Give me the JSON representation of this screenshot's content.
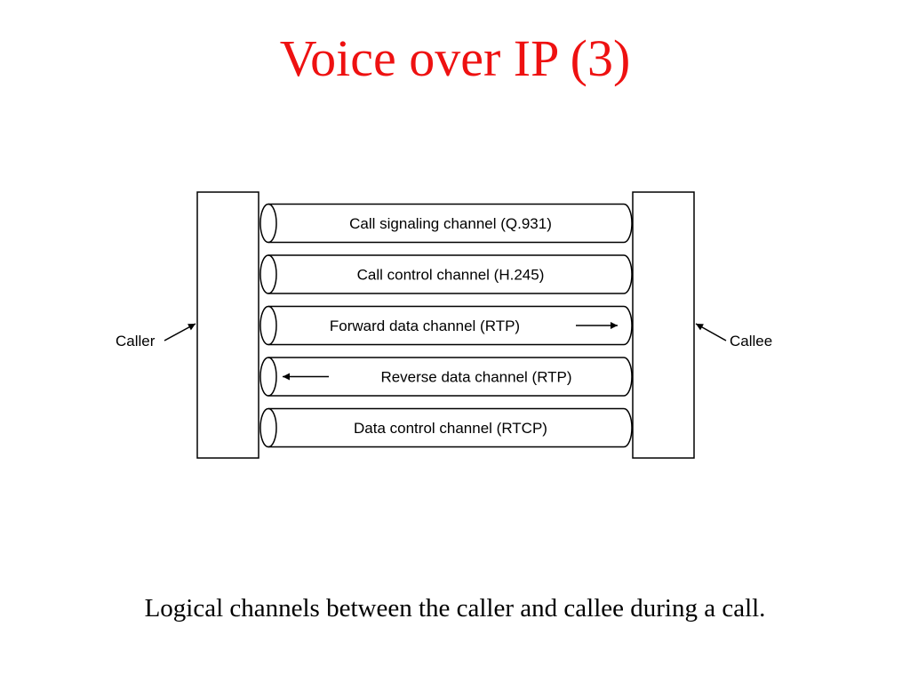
{
  "slide": {
    "title": "Voice over IP (3)",
    "caption": "Logical channels between the caller and callee during a call."
  },
  "colors": {
    "title": "#ee1111",
    "stroke": "#000000",
    "background": "#ffffff"
  },
  "diagram": {
    "left_label": "Caller",
    "right_label": "Callee",
    "channels": [
      {
        "label": "Call signaling channel (Q.931)",
        "arrow": "none"
      },
      {
        "label": "Call control channel (H.245)",
        "arrow": "none"
      },
      {
        "label": "Forward data channel (RTP)",
        "arrow": "right"
      },
      {
        "label": "Reverse data channel (RTP)",
        "arrow": "left"
      },
      {
        "label": "Data control channel (RTCP)",
        "arrow": "none"
      }
    ]
  }
}
